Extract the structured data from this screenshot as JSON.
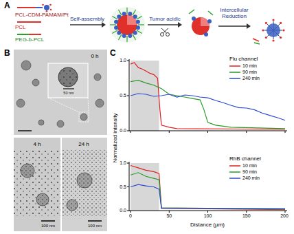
{
  "diagram": {
    "labels": [
      "A",
      "PCL-CDM-PAMAM/Pt",
      "PCL",
      "PEG-b-PCL",
      "Self-assembly",
      "Tumor acidic",
      "Intercellular Reduction",
      "B",
      "0 h",
      "50 nm",
      "4 h",
      "100 nm",
      "24 h",
      "100 nm",
      "C",
      "Normalized intensity",
      "Flu channel",
      "1.0",
      "0.5",
      "0.0",
      "RhB channel",
      "1.0",
      "0.5",
      "0.0",
      "0",
      "50",
      "100",
      "150",
      "200",
      "Distance (µm)"
    ],
    "legend": [
      {
        "text": "10 min"
      },
      {
        "text": "90 min"
      },
      {
        "text": "240 min"
      },
      {
        "text": "10 min"
      },
      {
        "text": "90 min"
      },
      {
        "text": "240 min"
      }
    ]
  }
}
